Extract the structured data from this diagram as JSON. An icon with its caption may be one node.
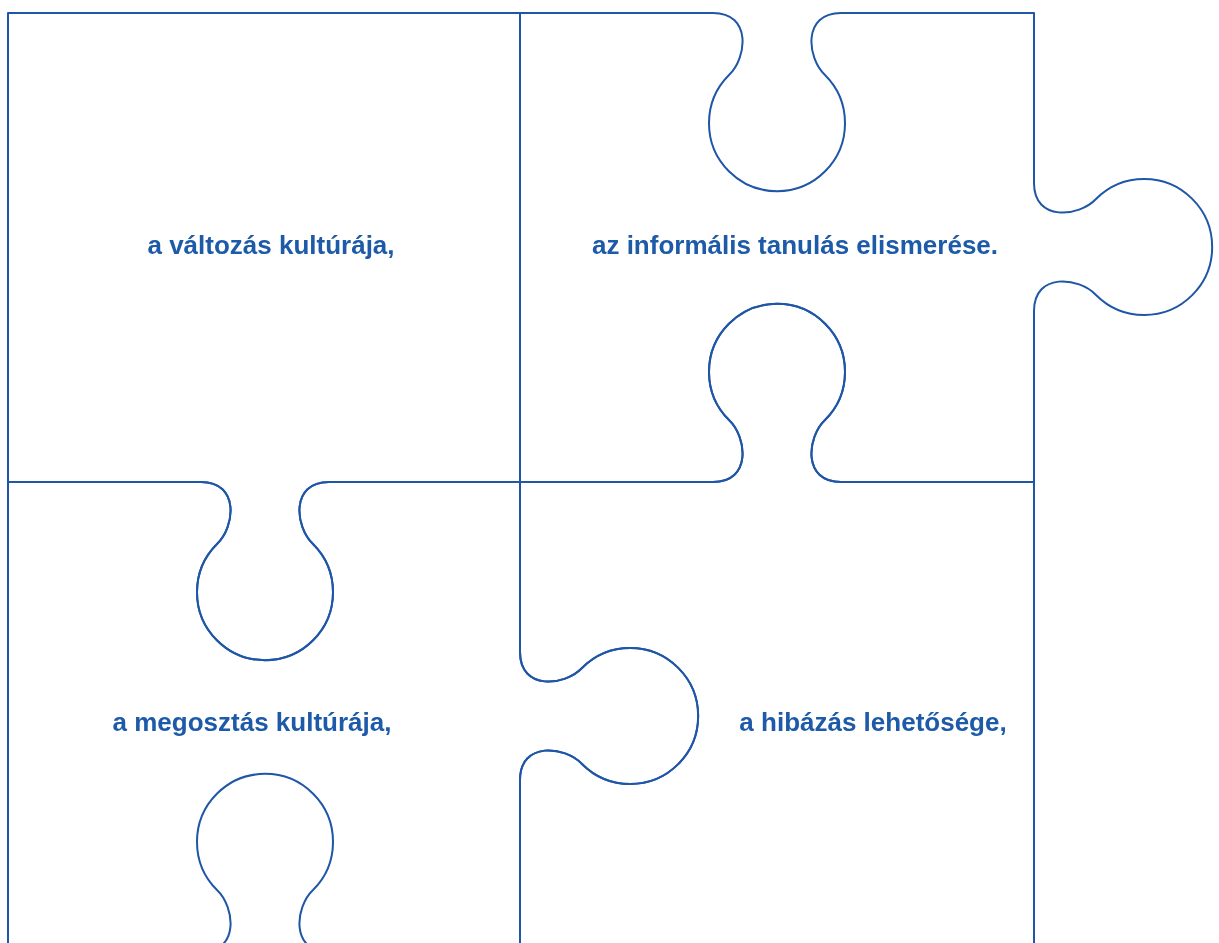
{
  "diagram": {
    "nodes": [
      {
        "text": [
          "a változás kultúrája,"
        ]
      },
      {
        "text": [
          "az informális tanulás elismerése."
        ]
      },
      {
        "text": [
          "a megosztás kultúrája,"
        ]
      },
      {
        "text": [
          "a hibázás lehetősége,"
        ]
      }
    ]
  }
}
